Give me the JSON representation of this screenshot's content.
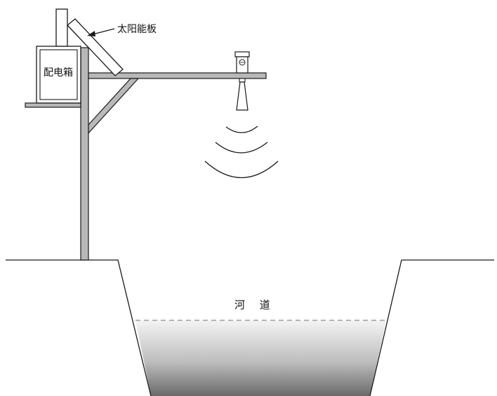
{
  "labels": {
    "solar_panel": "太阳能板",
    "distribution_box": "配电箱",
    "river_channel": "河 道"
  },
  "colors": {
    "outline": "#1a1a1a",
    "steel": "#b8b8b8",
    "water_top": "#f2f2f2",
    "water_bottom": "#6e6e6e",
    "water_line": "#9a9a9a"
  }
}
